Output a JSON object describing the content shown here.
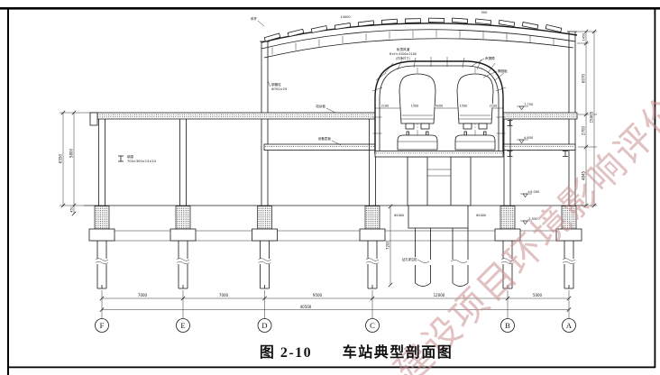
{
  "figure": {
    "caption_number": "图 2-10",
    "caption_title": "车站典型剖面图",
    "watermark": "建设项目环境影响评价"
  },
  "axes": {
    "labels": [
      "F",
      "E",
      "D",
      "C",
      "B",
      "A"
    ],
    "span_dims": [
      "7000",
      "7000",
      "9500",
      "12000",
      "5000"
    ],
    "total_dim": "40500"
  },
  "dims": {
    "tunnel": [
      "2100",
      "1500",
      "4200",
      "1500",
      "2100"
    ],
    "left_outer": "6550",
    "left_inner": "5800",
    "left_below": "450",
    "right_segments": [
      "1450",
      "6070",
      "2700",
      "4845"
    ],
    "right_total": "15065",
    "center_pile": "7200",
    "roof_spacing": "14000",
    "roof_edge": "500"
  },
  "levels": [
    "7.750",
    "4.650",
    "±0.000",
    "-2.550"
  ],
  "labels": {
    "roof_tie": "系杆",
    "col": "钢管柱",
    "col2": "Φ700×25",
    "beam": "钢梁",
    "beam2": "700×300×13×24",
    "duct1": "轨顶风道",
    "duct2": "B×H=4500×2100",
    "duct3": "(内净尺寸)",
    "arch1": "声屏障",
    "arch2": "隔音板",
    "slab1": "站台板",
    "slab2": "设备层板",
    "pile1": "Φ1000",
    "pile2": "Φ1000",
    "pile3": "钻孔灌注桩"
  }
}
